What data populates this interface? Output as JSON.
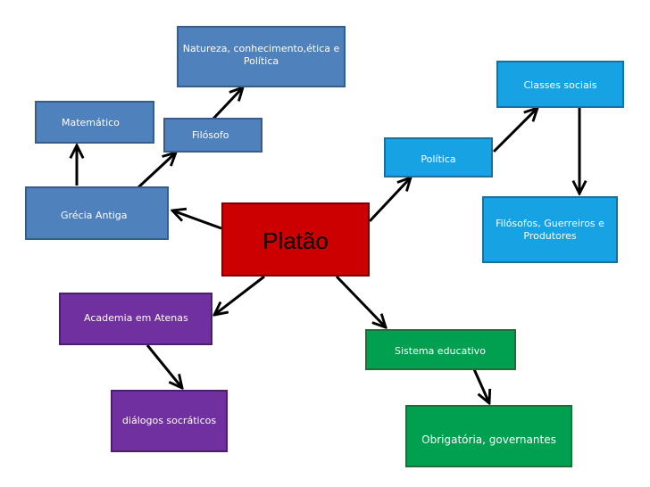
{
  "colors": {
    "center": "#cc0000",
    "blue": "#4f81bd",
    "cyan": "#16a2e3",
    "purple": "#7030a0",
    "green": "#00a050",
    "connector": "#000000"
  },
  "nodes": {
    "center": "Platão",
    "natureza": "Natureza, conhecimento,ética e Política",
    "matematico": "Matemático",
    "filosofo": "Filósofo",
    "grecia": "Grécia Antiga",
    "politica": "Política",
    "classes": "Classes sociais",
    "filosofos_guerreiros": "Filósofos, Guerreiros e Produtores",
    "academia": "Academia em Atenas",
    "dialogos": "diálogos socráticos",
    "sistema": "Sistema educativo",
    "obrigatoria": "Obrigatória, governantes"
  }
}
